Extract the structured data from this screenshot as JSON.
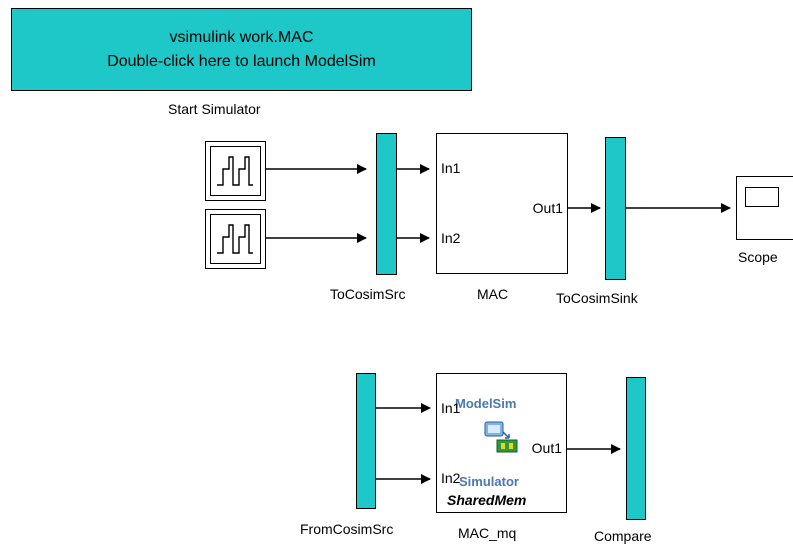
{
  "start_block": {
    "line1": "vsimulink work.MAC",
    "line2": "Double-click here to launch ModelSim",
    "caption": "Start Simulator"
  },
  "blocks": {
    "tocosim_src": "ToCosimSrc",
    "mac": "MAC",
    "tocosim_sink": "ToCosimSink",
    "scope": "Scope",
    "fromcosim_src": "FromCosimSrc",
    "mac_mq": "MAC_mq",
    "compare": "Compare"
  },
  "ports": {
    "mac_in1": "In1",
    "mac_in2": "In2",
    "mac_out1": "Out1",
    "mq_in1": "In1",
    "mq_in2": "In2",
    "mq_out1": "Out1"
  },
  "cosim_block": {
    "title": "ModelSim",
    "subtitle": "Simulator",
    "mode": "SharedMem"
  },
  "icons": [
    "signal-generator-icon",
    "scope-icon",
    "modelsim-icon"
  ],
  "colors": {
    "block_fill": "#1ec8c8",
    "line": "#000000",
    "modelsim_text": "#4a78b0"
  }
}
